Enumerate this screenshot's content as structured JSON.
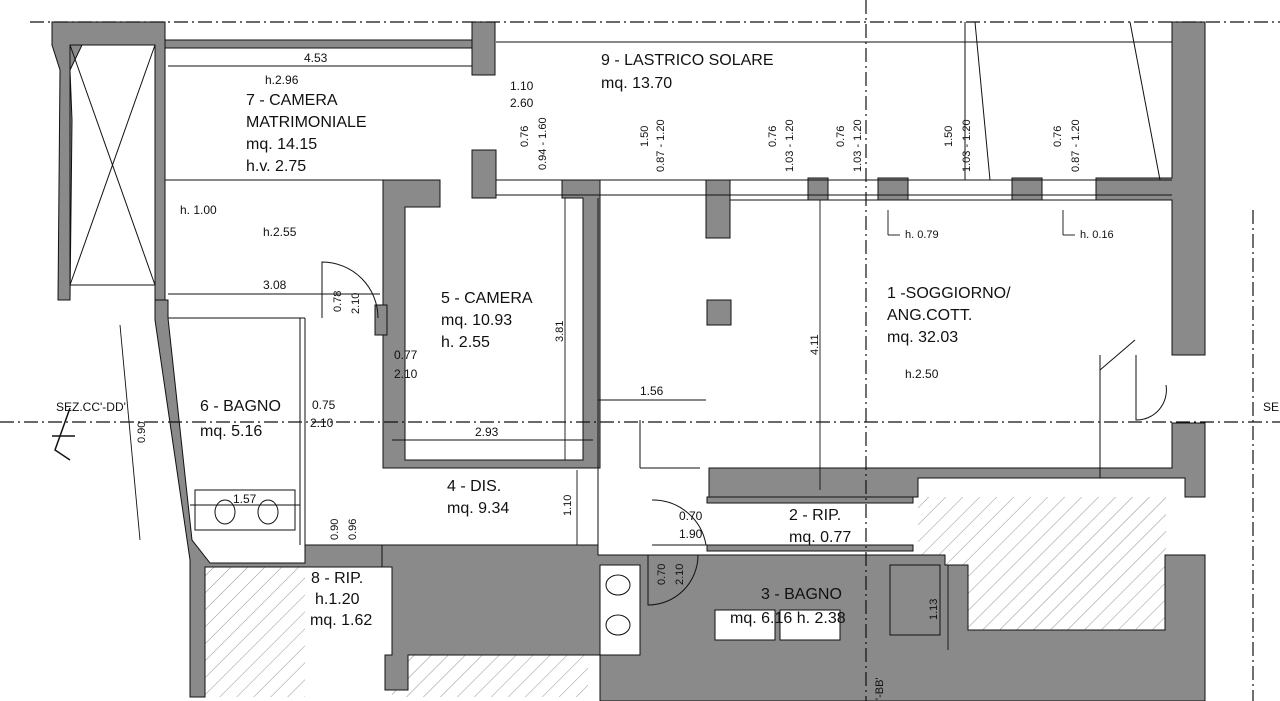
{
  "colors": {
    "wall": "#8a8a8a",
    "ink": "#111111",
    "hatch": "#777777",
    "background": "#ffffff"
  },
  "rooms": {
    "r1": {
      "name": "1 -SOGGIORNO/",
      "name2": "ANG.COTT.",
      "area": "mq. 32.03",
      "height": "h.2.50"
    },
    "r2": {
      "name": "2 - RIP.",
      "area": "mq. 0.77"
    },
    "r3": {
      "name": "3 - BAGNO",
      "area": "mq. 6.16 h. 2.38"
    },
    "r4": {
      "name": "4 - DIS.",
      "area": "mq. 9.34"
    },
    "r5": {
      "name": "5 - CAMERA",
      "area": "mq. 10.93",
      "height": "h. 2.55"
    },
    "r6": {
      "name": "6 - BAGNO",
      "area": "mq. 5.16"
    },
    "r7": {
      "name": "7 - CAMERA",
      "name2": "MATRIMONIALE",
      "area": "mq. 14.15",
      "height": "h.v. 2.75",
      "h_top": "h.2.96",
      "h_low": "h.2.55",
      "h_side": "h. 1.00"
    },
    "r8": {
      "name": "8 - RIP.",
      "height": "h.1.20",
      "area": "mq. 1.62"
    },
    "r9": {
      "name": "9 - LASTRICO SOLARE",
      "area": "mq. 13.70"
    }
  },
  "dims": {
    "d453": "4.53",
    "d110a": "1.10",
    "d260": "2.60",
    "d308": "3.08",
    "d293": "2.93",
    "d381": "3.81",
    "d156": "1.56",
    "d411": "4.11",
    "d157": "1.57",
    "d110b": "1.10",
    "d113": "1.13",
    "d077": "0.77",
    "d210a": "2.10",
    "d075": "0.75",
    "d210b": "2.10",
    "d078": "0.78",
    "d210c": "2.10",
    "d070a": "0.70",
    "d190": "1.90",
    "d070b": "0.70",
    "d210d": "2.10",
    "d090": "0.90",
    "d096": "0.96",
    "d090b": "0.90",
    "w1a": "0.76",
    "w1b": "0.94 - 1.60",
    "w2a": "1.50",
    "w2b": "0.87 - 1.20",
    "w3a": "0.76",
    "w3b": "1.03 - 1.20",
    "w4a": "0.76",
    "w4b": "1.03 - 1.20",
    "w5a": "1.50",
    "w5b": "1.03 - 1.20",
    "w6a": "0.76",
    "w6b": "0.87 - 1.20",
    "h079": "h. 0.79",
    "h016": "h. 0.16"
  },
  "sections": {
    "left": "SEZ.CC'-DD'",
    "right": "SE",
    "bottom": "'-BB'"
  }
}
